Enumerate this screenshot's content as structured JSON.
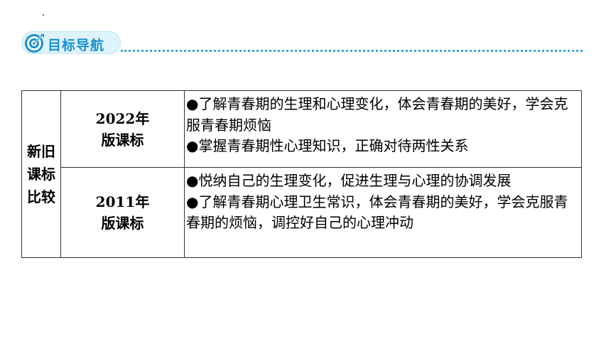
{
  "header": {
    "badge_label": "目标导航",
    "badge_icon": "target-icon",
    "accent_color": "#1a92cc",
    "dotted_color": "#3aa6d6"
  },
  "table": {
    "row_label_lines": [
      "新旧",
      "课标",
      "比较"
    ],
    "rows": [
      {
        "version_lines": [
          "2022年",
          "版课标"
        ],
        "items": [
          "●了解青春期的生理和心理变化，体会青春期的美好，学会克服青春期烦恼",
          "●掌握青春期性心理知识，正确对待两性关系"
        ]
      },
      {
        "version_lines": [
          "2011年",
          "版课标"
        ],
        "items": [
          "●悦纳自己的生理变化，促进生理与心理的协调发展",
          "●了解青春期心理卫生常识，体会青春期的美好，学会克服青春期的烦恼，调控好自己的心理冲动"
        ]
      }
    ]
  }
}
